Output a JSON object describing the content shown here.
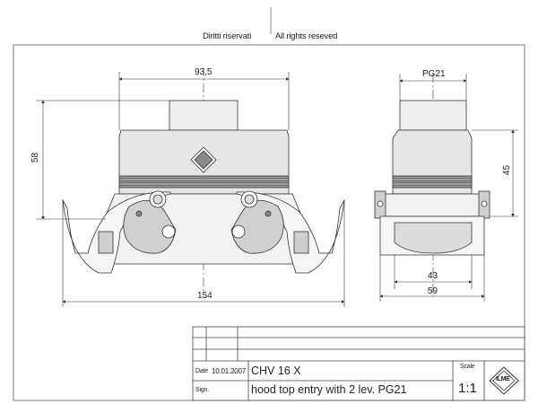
{
  "header": {
    "rights_it": "Diritti riservati",
    "rights_en": "All rights reseved"
  },
  "dimensions": {
    "front_width": "93,5",
    "front_height": "58",
    "overall_width": "154",
    "thread": "PG21",
    "side_height": "45",
    "side_inner": "43",
    "side_outer": "59"
  },
  "title_block": {
    "date_label": "Date",
    "date_value": "10.01.2007",
    "sign_label": "Sign.",
    "part_code": "CHV 16 X",
    "description": "hood top entry with 2 lev. PG21",
    "scale_label": "Scale",
    "scale_value": "1:1",
    "logo_text": "ILME"
  },
  "colors": {
    "line": "#333333",
    "shade_dark": "#6e6e6e",
    "shade_light": "#dcdcdc",
    "body_fill": "#e6e6e6"
  }
}
